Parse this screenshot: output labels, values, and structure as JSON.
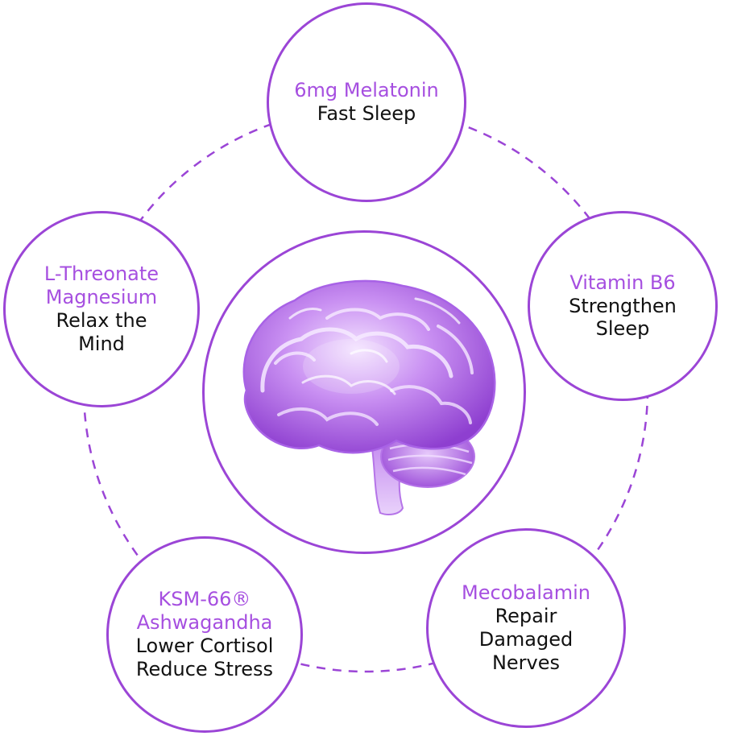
{
  "colors": {
    "accent": "#9b45d6",
    "title_text": "#a64fe0",
    "body_text": "#111111"
  },
  "center": {
    "icon": "brain-icon"
  },
  "ingredients": [
    {
      "key": "melatonin",
      "title": "6mg Melatonin",
      "desc": "Fast Sleep"
    },
    {
      "key": "magnesium",
      "title": "L-Threonate\nMagnesium",
      "desc": "Relax the\nMind"
    },
    {
      "key": "b6",
      "title": "Vitamin B6",
      "desc": "Strengthen\nSleep"
    },
    {
      "key": "ashwagandha",
      "title": "KSM-66®\nAshwagandha",
      "desc": "Lower Cortisol\nReduce Stress"
    },
    {
      "key": "mecobalamin",
      "title": "Mecobalamin",
      "desc": "Repair\nDamaged\nNerves"
    }
  ]
}
